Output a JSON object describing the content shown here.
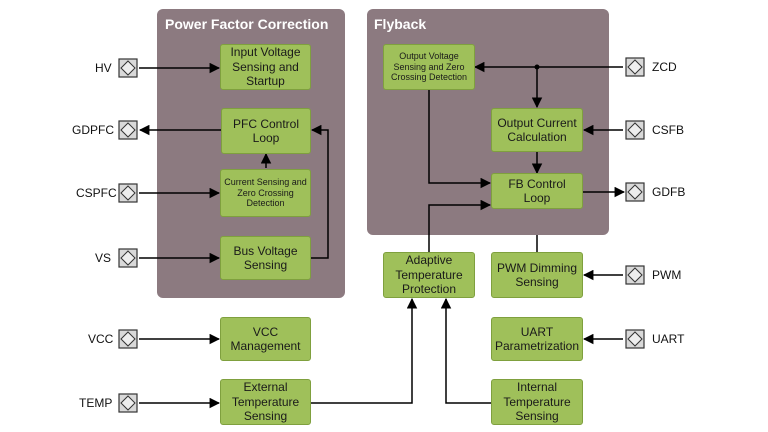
{
  "regions": {
    "pfc": "Power Factor Correction",
    "flyback": "Flyback"
  },
  "blocks": {
    "input_voltage": "Input Voltage Sensing and Startup",
    "pfc_control": "PFC Control Loop",
    "current_sensing": "Current Sensing and Zero Crossing Detection",
    "bus_voltage": "Bus Voltage Sensing",
    "fb_output_voltage": "Output Voltage Sensing and Zero Crossing Detection",
    "output_current": "Output Current Calculation",
    "fb_control": "FB Control Loop",
    "adaptive_temp": "Adaptive Temperature Protection",
    "pwm_dimming": "PWM Dimming Sensing",
    "vcc_mgmt": "VCC Management",
    "uart_param": "UART Parametrization",
    "external_temp": "External Temperature Sensing",
    "internal_temp": "Internal Temperature Sensing"
  },
  "pins": {
    "hv": "HV",
    "gdpfc": "GDPFC",
    "cspfc": "CSPFC",
    "vs": "VS",
    "vcc": "VCC",
    "temp": "TEMP",
    "zcd": "ZCD",
    "csfb": "CSFB",
    "gdfb": "GDFB",
    "pwm": "PWM",
    "uart": "UART"
  },
  "colors": {
    "region": "#8c7a80",
    "block": "#9fc05a",
    "block_border": "#7fa03e",
    "pin_fill": "#d9d9d9",
    "wire": "#000000"
  }
}
